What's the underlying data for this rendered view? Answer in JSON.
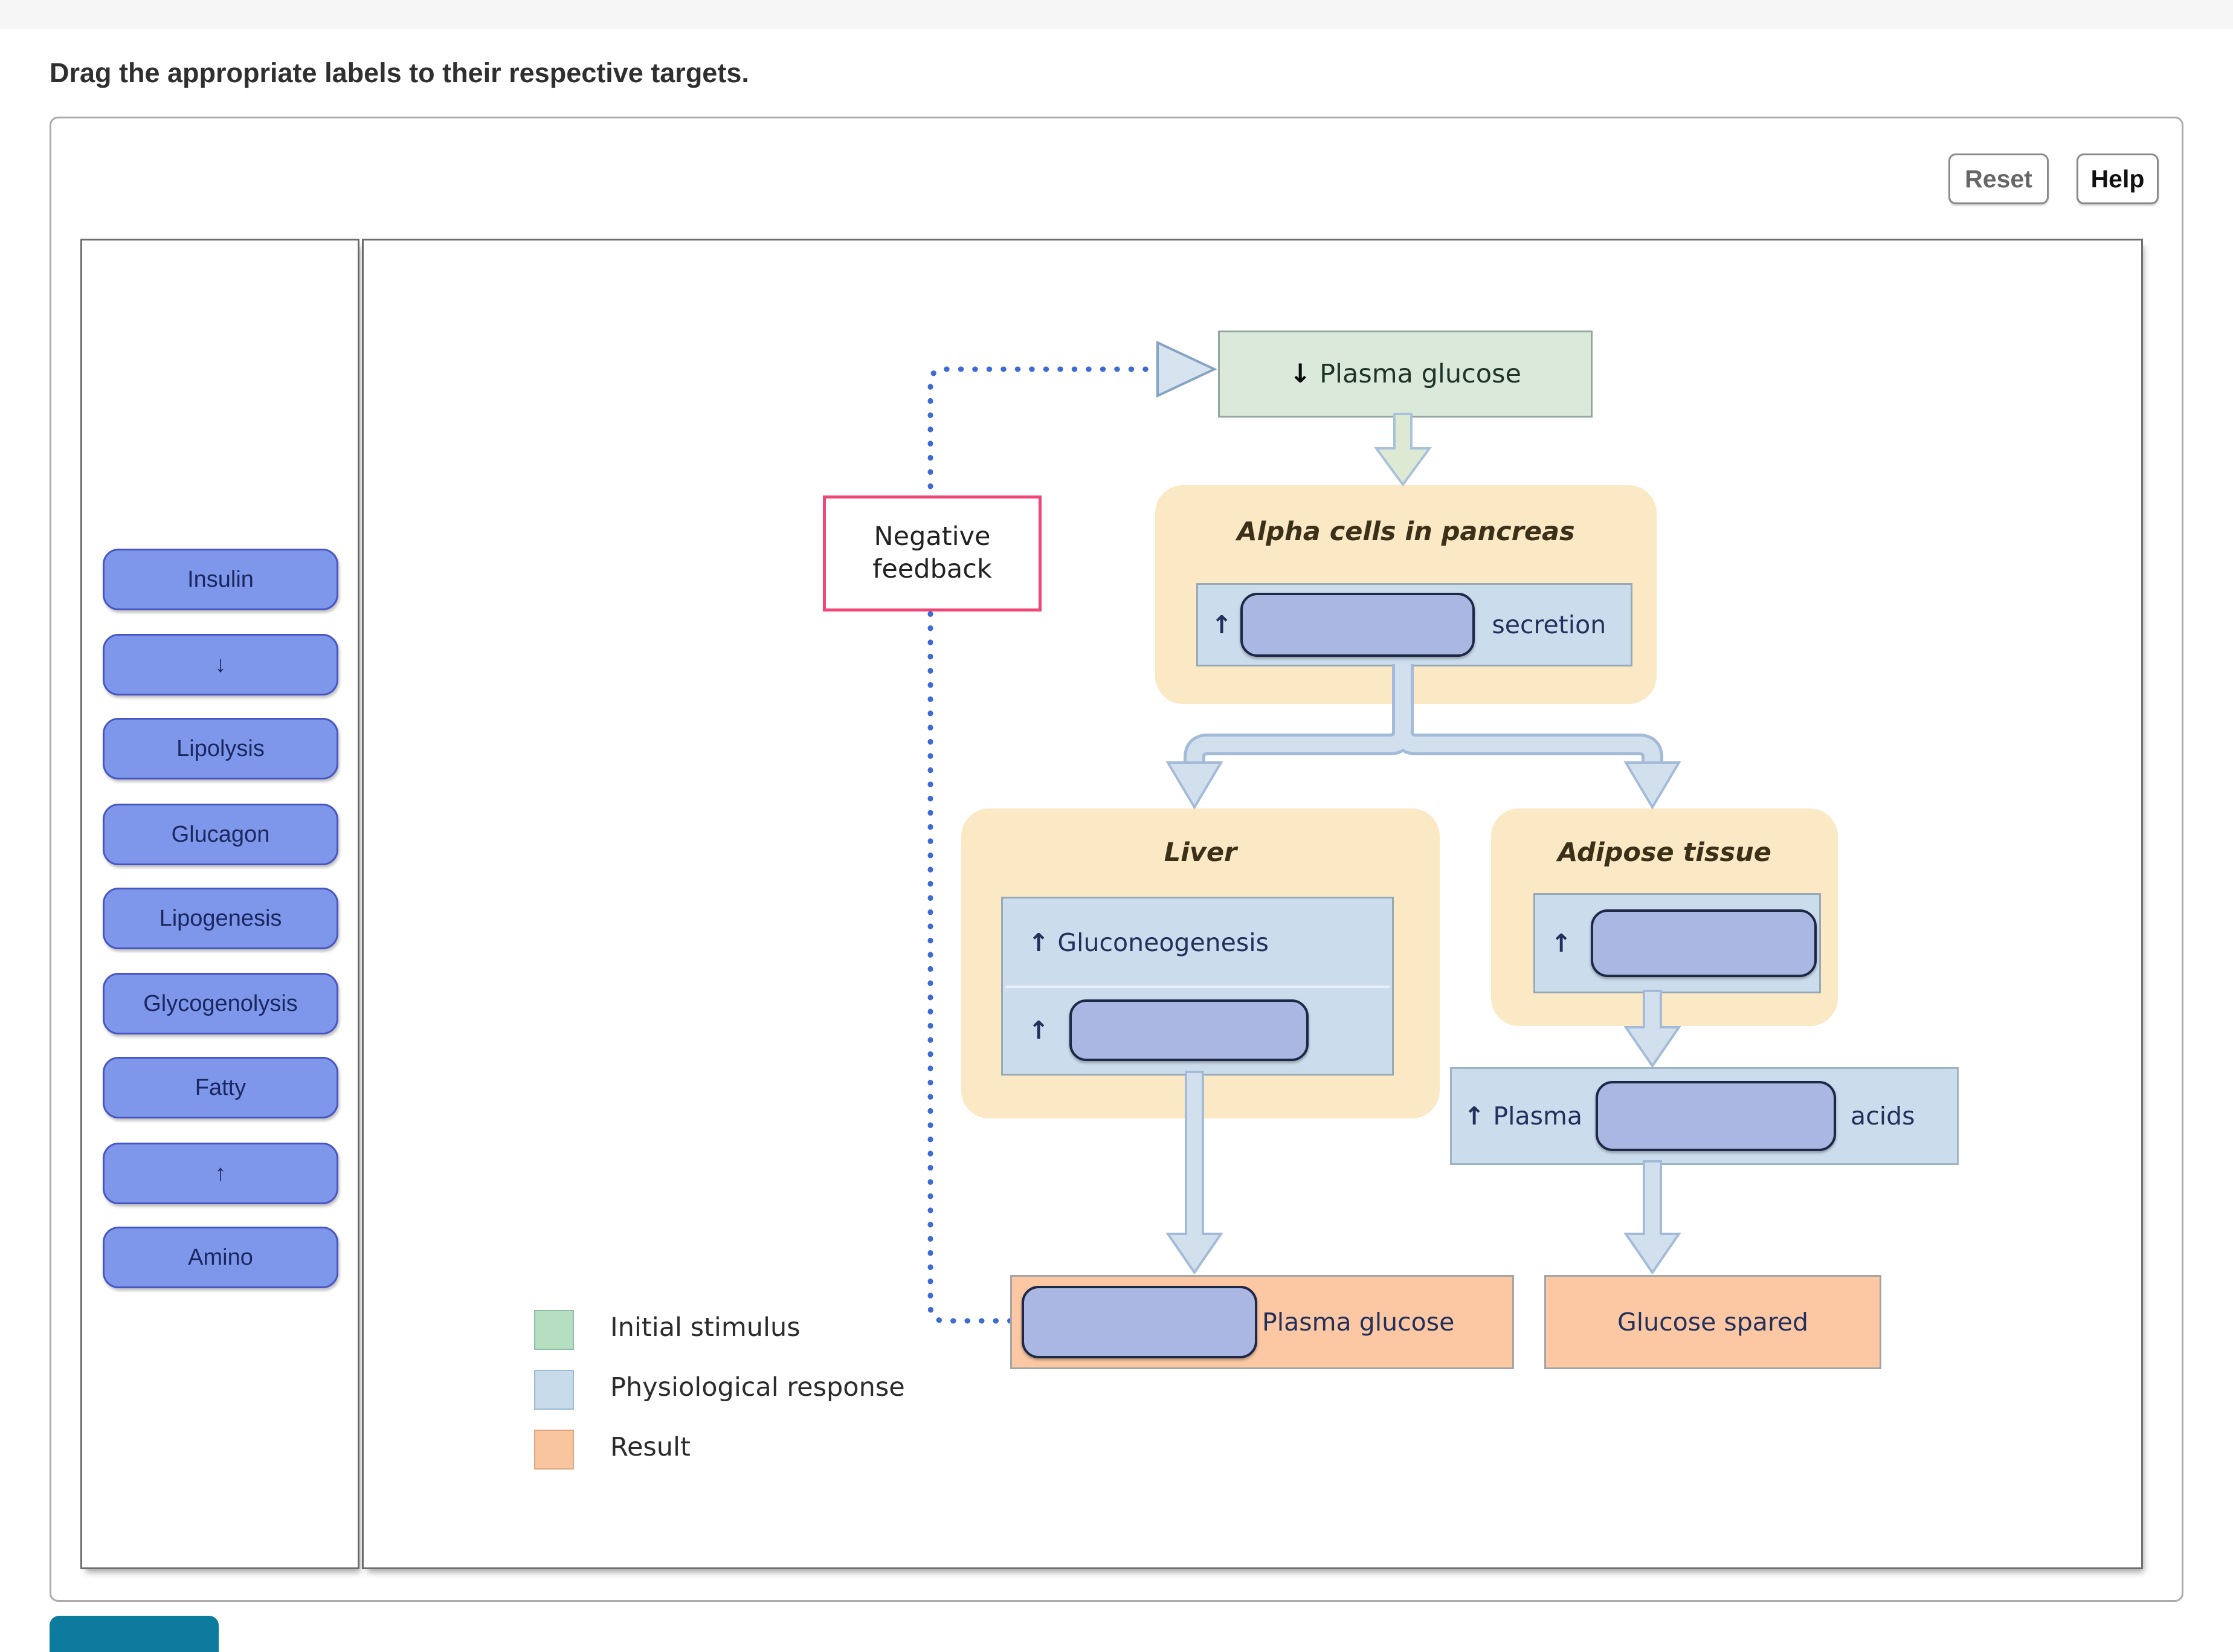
{
  "page": {
    "instruction": "Drag the appropriate labels to their respective targets."
  },
  "controls": {
    "reset": "Reset",
    "help": "Help"
  },
  "bank": {
    "items": [
      "Insulin",
      "↓",
      "Lipolysis",
      "Glucagon",
      "Lipogenesis",
      "Glycogenolysis",
      "Fatty",
      "↑",
      "Amino"
    ]
  },
  "flow": {
    "stimulus": {
      "prefix": "↓",
      "label": "Plasma glucose"
    },
    "feedback": {
      "label": "Negative feedback"
    },
    "alpha": {
      "title": "Alpha cells in pancreas",
      "arrow": "↑",
      "suffix": "secretion"
    },
    "liver": {
      "title": "Liver",
      "row1_arrow": "↑",
      "row1_label": "Gluconeogenesis",
      "row2_arrow": "↑"
    },
    "adipose": {
      "title": "Adipose tissue",
      "arrow": "↑"
    },
    "acids": {
      "arrow": "↑",
      "prefix": "Plasma",
      "suffix": "acids"
    },
    "result_left": {
      "label": "Plasma glucose"
    },
    "result_right": {
      "label": "Glucose spared"
    }
  },
  "legend": {
    "items": [
      {
        "label": "Initial stimulus",
        "color": "#b5dfc0",
        "border": "#8fbfa2"
      },
      {
        "label": "Physiological response",
        "color": "#c7dbeb",
        "border": "#9cb8d4"
      },
      {
        "label": "Result",
        "color": "#f8c59e",
        "border": "#dba87f"
      }
    ]
  },
  "colors": {
    "chip_fill": "#7e97ea",
    "drop_target_fill": "#a9b7e2",
    "stimulus_fill": "#dbe9da",
    "organ_fill": "#fbe8c5",
    "response_fill": "#cbdcec",
    "result_fill": "#fbc8a3",
    "feedback_border": "#ed4878",
    "dotted_line": "#3e6bd3",
    "submit_teal": "#0d7b9d"
  }
}
